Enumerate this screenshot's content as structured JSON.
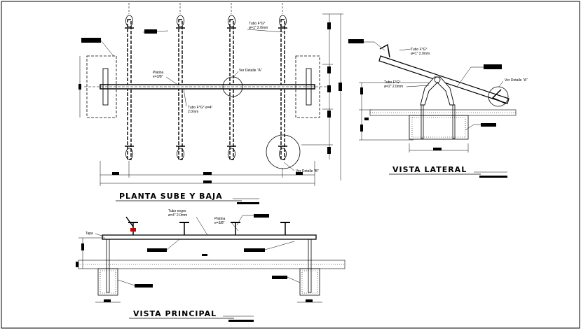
{
  "planta": {
    "title": "PLANTA SUBE Y BAJA",
    "labels": {
      "tubo_top": "Tubo F°G°",
      "tubo_top_dim": "ø=1\" 2.0mm",
      "platina": "Platina",
      "platina_dim": "e=3/8\"",
      "tubo_mid": "Tubo F°G° ø=4\"",
      "tubo_mid_dim": "2.0mm",
      "detalle_a": "Ver Detalle \"A\"",
      "detalle_b": "Ver Detalle \"B\""
    }
  },
  "lateral": {
    "title": "VISTA LATERAL",
    "labels": {
      "tubo_top": "Tubo F°G°",
      "tubo_top_dim": "ø=1\" 2.0mm",
      "tubo_mid": "Tubo F°G°",
      "tubo_mid_dim": "ø=2\" 2.0mm",
      "detalle_a": "Ver Detalle \"A\""
    }
  },
  "principal": {
    "title": "VISTA PRINCIPAL",
    "labels": {
      "tubo_negro": "Tubo negro",
      "tubo_negro_dim": "ø=4\" 2.0mm",
      "platina": "Platina",
      "platina_dim": "e=3/8\"",
      "tapa": "Tapa"
    }
  },
  "colors": {
    "ink": "#000000",
    "paper": "#ffffff",
    "accent": "#cc0000"
  }
}
